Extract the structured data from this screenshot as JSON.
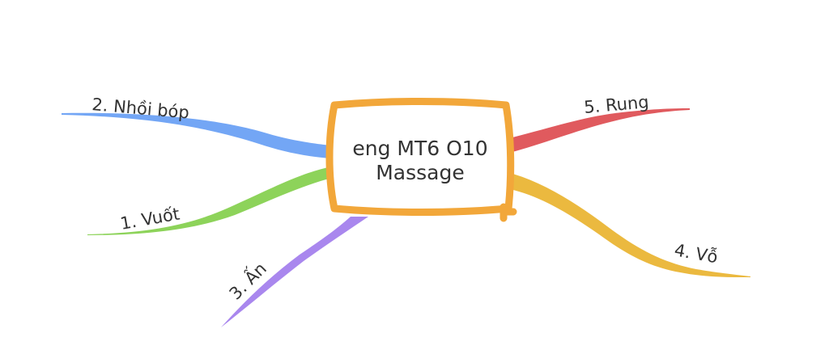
{
  "central": {
    "line1": "eng MT6 O10",
    "line2": "Massage",
    "color": "#F2A73A"
  },
  "branches": [
    {
      "id": "1",
      "label": "1. Vuốt",
      "color": "#8DD35A"
    },
    {
      "id": "2",
      "label": "2. Nhồi bóp",
      "color": "#73A6F5"
    },
    {
      "id": "3",
      "label": "3. Ấn",
      "color": "#A987EE"
    },
    {
      "id": "4",
      "label": "4. Vỗ",
      "color": "#EBB93F"
    },
    {
      "id": "5",
      "label": "5. Rung",
      "color": "#E05A5E"
    }
  ]
}
